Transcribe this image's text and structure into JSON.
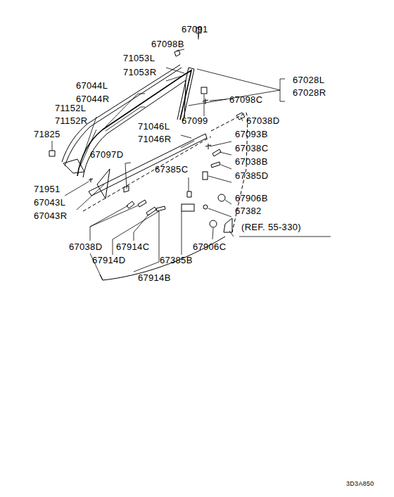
{
  "diagram": {
    "labels": [
      "67091",
      "67098B",
      "71053L",
      "71053R",
      "67028L",
      "67028R",
      "67044L",
      "67044R",
      "67098C",
      "71152L",
      "71152R",
      "67099",
      "67038D",
      "71046L",
      "71046R",
      "67093B",
      "71825",
      "67038C",
      "67097D",
      "67038B",
      "67385C",
      "67385D",
      "71951",
      "67906B",
      "67043L",
      "67043R",
      "67382",
      "(REF. 55-330)",
      "67038D",
      "67914C",
      "67906C",
      "67914D",
      "67385B",
      "67914B",
      "3D3A850"
    ]
  }
}
